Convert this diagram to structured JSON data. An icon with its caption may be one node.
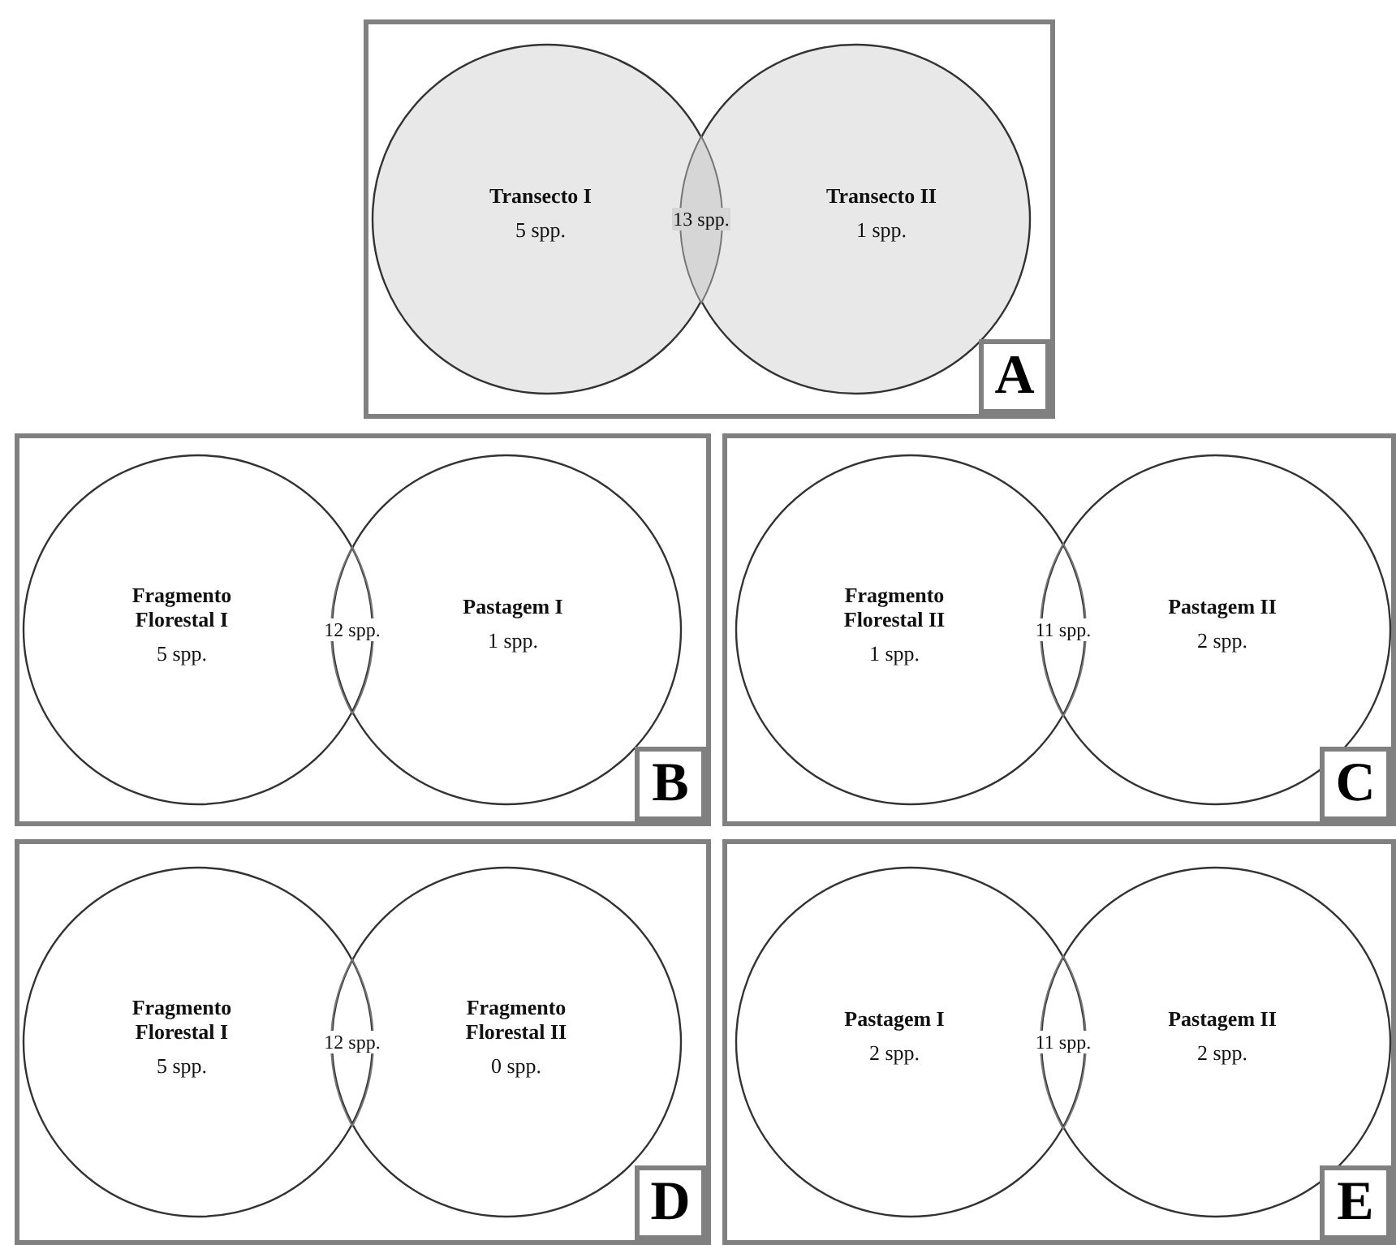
{
  "diagram": {
    "nodes": [
      {
        "text": [],
        "shape": "box"
      },
      {
        "text": [
          "Transecto I",
          "5 spp."
        ],
        "in": 0
      },
      {
        "text": [
          "13 spp."
        ]
      },
      {
        "text": [
          "Transecto II",
          "1 spp."
        ],
        "in": 0
      },
      {
        "text": [
          "A"
        ],
        "in": 0
      },
      {
        "text": [],
        "shape": "box"
      },
      {
        "text": [
          "Fragmento Florestal I",
          "5 spp."
        ],
        "in": 5
      },
      {
        "text": [
          "12 spp."
        ]
      },
      {
        "text": [
          "Pastagem I",
          "1 spp."
        ],
        "in": 5
      },
      {
        "text": [
          "B"
        ],
        "in": 5
      },
      {
        "text": [],
        "shape": "box"
      },
      {
        "text": [
          "Fragmento Florestal II",
          "1 spp."
        ],
        "in": 10
      },
      {
        "text": [
          "11 spp."
        ]
      },
      {
        "text": [
          "Pastagem II",
          "2 spp."
        ],
        "in": 10
      },
      {
        "text": [
          "C"
        ],
        "in": 10
      },
      {
        "text": [],
        "shape": "box"
      },
      {
        "text": [
          "Fragmento Florestal I",
          "5 spp."
        ],
        "in": 15
      },
      {
        "text": [
          "12 spp."
        ]
      },
      {
        "text": [
          "Fragmento Florestal II",
          "0 spp."
        ],
        "in": 15
      },
      {
        "text": [
          "D"
        ],
        "in": 15
      },
      {
        "text": [],
        "shape": "box"
      },
      {
        "text": [
          "Pastagem I",
          "2 spp."
        ],
        "in": 20
      },
      {
        "text": [
          "11 spp."
        ]
      },
      {
        "text": [
          "Pastagem II",
          "2 spp."
        ],
        "in": 20
      },
      {
        "text": [
          "E"
        ],
        "in": 20
      }
    ],
    "edges": []
  }
}
